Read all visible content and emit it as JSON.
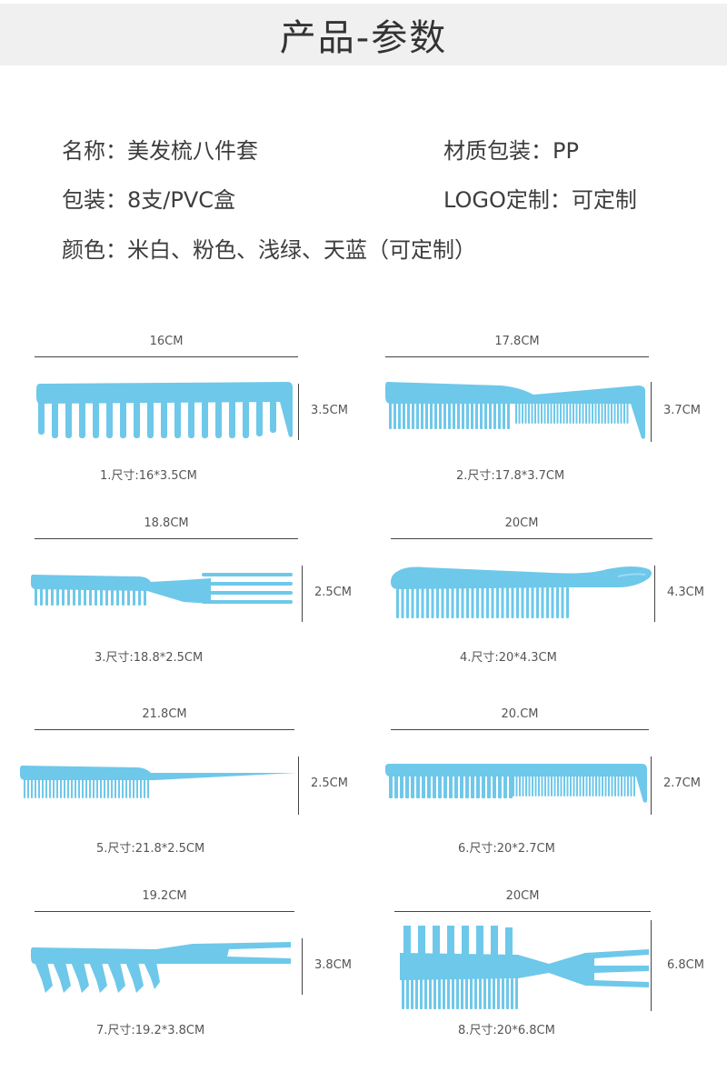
{
  "header": {
    "title": "产品-参数"
  },
  "specs": {
    "name": {
      "label": "名称：",
      "value": "美发梳八件套"
    },
    "material": {
      "label": "材质包装：",
      "value": "PP"
    },
    "package": {
      "label": "包装：",
      "value": "8支/PVC盒"
    },
    "logo": {
      "label": "LOGO定制：",
      "value": "可定制"
    },
    "color": {
      "label": "颜色：",
      "value": "米白、粉色、浅绿、天蓝（可定制）"
    }
  },
  "combs": [
    {
      "width_label": "16CM",
      "height_label": "3.5CM",
      "caption": "1.尺寸:16*3.5CM"
    },
    {
      "width_label": "17.8CM",
      "height_label": "3.7CM",
      "caption": "2.尺寸:17.8*3.7CM"
    },
    {
      "width_label": "18.8CM",
      "height_label": "2.5CM",
      "caption": "3.尺寸:18.8*2.5CM"
    },
    {
      "width_label": "20CM",
      "height_label": "4.3CM",
      "caption": "4.尺寸:20*4.3CM"
    },
    {
      "width_label": "21.8CM",
      "height_label": "2.5CM",
      "caption": "5.尺寸:21.8*2.5CM"
    },
    {
      "width_label": "20.CM",
      "height_label": "2.7CM",
      "caption": "6.尺寸:20*2.7CM"
    },
    {
      "width_label": "19.2CM",
      "height_label": "3.8CM",
      "caption": "7.尺寸:19.2*3.8CM"
    },
    {
      "width_label": "20CM",
      "height_label": "6.8CM",
      "caption": "8.尺寸:20*6.8CM"
    }
  ],
  "colors": {
    "comb": "#6ec8ea",
    "comb_dark": "#3aa8d4"
  }
}
